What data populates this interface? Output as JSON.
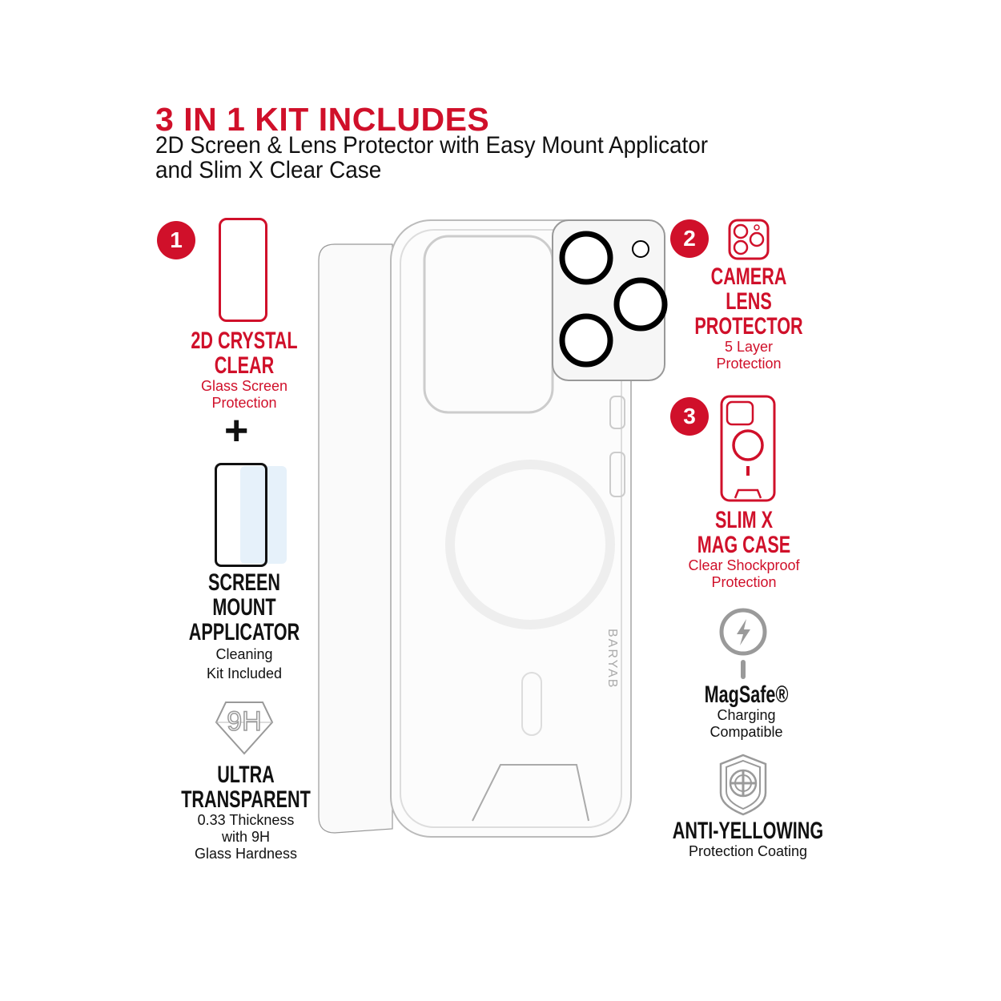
{
  "title": "3 IN 1 KIT INCLUDES",
  "subtitle_line1": "2D Screen & Lens Protector with Easy Mount Applicator",
  "subtitle_line2": "and Slim X Clear Case",
  "colors": {
    "accent": "#d0102a",
    "gray": "#9a9a9a"
  },
  "left": {
    "badge": "1",
    "screen": {
      "t1": "2D CRYSTAL",
      "t2": "CLEAR",
      "s1": "Glass Screen",
      "s2": "Protection"
    },
    "plus": "+",
    "applicator": {
      "t1": "SCREEN",
      "t2": "MOUNT",
      "t3": "APPLICATOR",
      "s1": "Cleaning",
      "s2": "Kit Included"
    },
    "hardness_icon": "9H",
    "ultra": {
      "t1": "ULTRA",
      "t2": "TRANSPARENT",
      "s1": "0.33 Thickness",
      "s2": "with 9H",
      "s3": "Glass Hardness"
    }
  },
  "right": {
    "badge2": "2",
    "lens": {
      "t1": "CAMERA",
      "t2": "LENS",
      "t3": "PROTECTOR",
      "s1": "5 Layer",
      "s2": "Protection"
    },
    "badge3": "3",
    "case": {
      "t1": "SLIM X",
      "t2": "MAG CASE",
      "s1": "Clear Shockproof",
      "s2": "Protection"
    },
    "magsafe": {
      "t1": "MagSafe®",
      "s1": "Charging",
      "s2": "Compatible"
    },
    "anti": {
      "t1": "ANTI-YELLOWING",
      "s1": "Protection Coating"
    }
  },
  "brand_on_case": "BARYAB"
}
